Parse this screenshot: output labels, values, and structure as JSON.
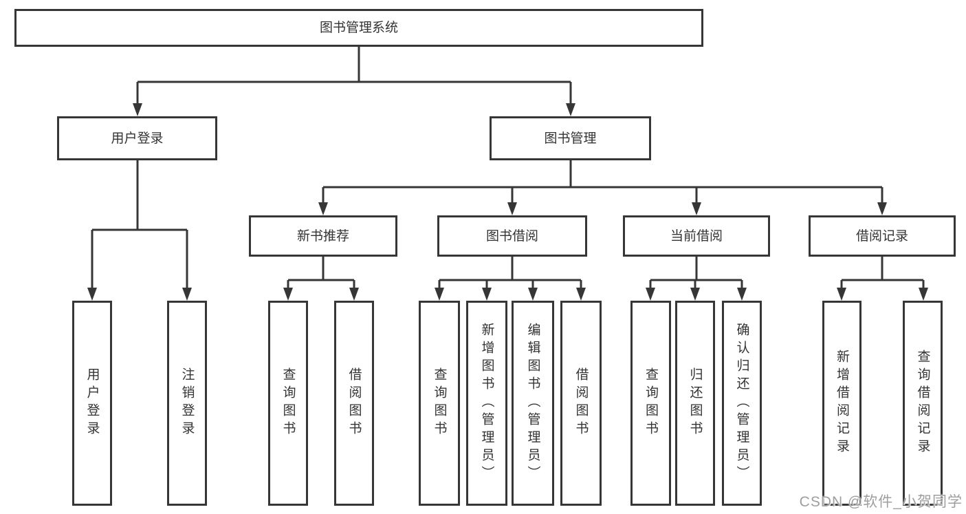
{
  "diagram": {
    "title": "图书管理系统",
    "root": {
      "label": "图书管理系统"
    },
    "level2": [
      {
        "id": "user-login",
        "label": "用户登录"
      },
      {
        "id": "book-management",
        "label": "图书管理"
      }
    ],
    "level3": [
      {
        "id": "new-book-recommend",
        "parent": "book-management",
        "label": "新书推荐"
      },
      {
        "id": "book-borrow",
        "parent": "book-management",
        "label": "图书借阅"
      },
      {
        "id": "current-borrow",
        "parent": "book-management",
        "label": "当前借阅"
      },
      {
        "id": "borrow-record",
        "parent": "book-management",
        "label": "借阅记录"
      }
    ],
    "leaves": [
      {
        "id": "leaf-user-login",
        "parent": "user-login",
        "label": "用户登录"
      },
      {
        "id": "leaf-logout",
        "parent": "user-login",
        "label": "注销登录"
      },
      {
        "id": "leaf-query-book-recommend",
        "parent": "new-book-recommend",
        "label": "查询图书"
      },
      {
        "id": "leaf-borrow-book-recommend",
        "parent": "new-book-recommend",
        "label": "借阅图书"
      },
      {
        "id": "leaf-query-book-borrow",
        "parent": "book-borrow",
        "label": "查询图书"
      },
      {
        "id": "leaf-add-book-admin",
        "parent": "book-borrow",
        "label": "新增图书（管理员）"
      },
      {
        "id": "leaf-edit-book-admin",
        "parent": "book-borrow",
        "label": "编辑图书（管理员）"
      },
      {
        "id": "leaf-borrow-book",
        "parent": "book-borrow",
        "label": "借阅图书"
      },
      {
        "id": "leaf-query-book-current",
        "parent": "current-borrow",
        "label": "查询图书"
      },
      {
        "id": "leaf-return-book",
        "parent": "current-borrow",
        "label": "归还图书"
      },
      {
        "id": "leaf-confirm-return-admin",
        "parent": "current-borrow",
        "label": "确认归还（管理员）"
      },
      {
        "id": "leaf-add-borrow-record",
        "parent": "borrow-record",
        "label": "新增借阅记录"
      },
      {
        "id": "leaf-query-borrow-record",
        "parent": "borrow-record",
        "label": "查询借阅记录"
      }
    ]
  },
  "watermark": {
    "text": "CSDN @软件_小贺同学",
    "color": "#9e9e9e"
  },
  "colors": {
    "line": "#363636",
    "box_border": "#363636",
    "box_background": "#ffffff",
    "text": "#333333",
    "page_background": "#ffffff"
  }
}
